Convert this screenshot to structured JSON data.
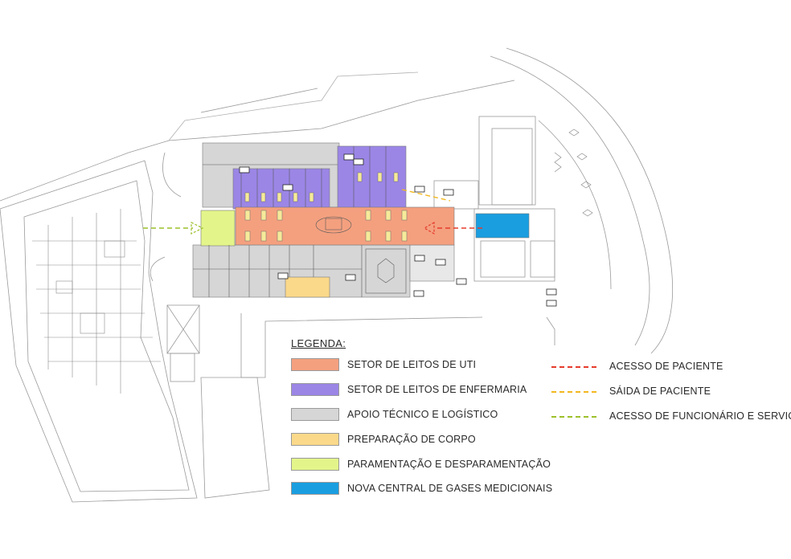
{
  "legend": {
    "title": "LEGENDA:",
    "zones": [
      {
        "label": "SETOR DE LEITOS DE UTI",
        "color": "#f4a07f"
      },
      {
        "label": "SETOR DE LEITOS DE ENFERMARIA",
        "color": "#9b86e6"
      },
      {
        "label": "APOIO TÉCNICO E LOGÍSTICO",
        "color": "#d6d6d6"
      },
      {
        "label": "PREPARAÇÃO DE CORPO",
        "color": "#fbd98a"
      },
      {
        "label": "PARAMENTAÇÃO E DESPARAMENTAÇÃO",
        "color": "#e3f58a"
      },
      {
        "label": "NOVA CENTRAL DE GASES MEDICIONAIS",
        "color": "#1a9ee0"
      }
    ],
    "routes": [
      {
        "label": "ACESSO DE PACIENTE",
        "color": "#e53b2c"
      },
      {
        "label": "SÁIDA DE PACIENTE",
        "color": "#f2b81f"
      },
      {
        "label": "ACESSO DE FUNCIONÁRIO E SERVIÇO",
        "color": "#9cc02a"
      }
    ]
  }
}
